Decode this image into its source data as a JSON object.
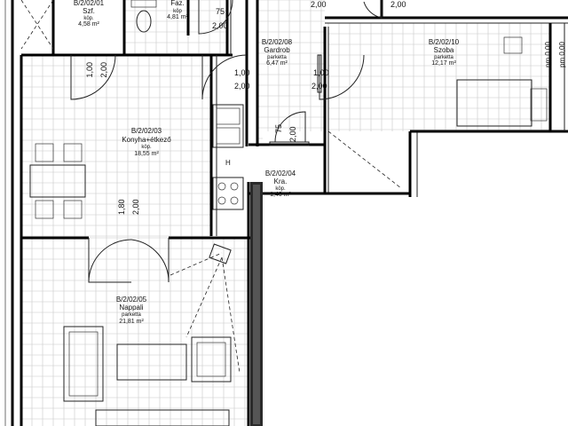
{
  "rooms": {
    "r01": {
      "code": "B/2/02/01",
      "name": "Szf.",
      "floor": "köp.",
      "area": "4,58 m²"
    },
    "r_faz": {
      "name": "Faz.",
      "floor": "köp",
      "area": "4,81 m²"
    },
    "r03": {
      "code": "B/2/02/03",
      "name": "Konyha+étkező",
      "floor": "köp.",
      "area": "18,55 m²"
    },
    "r04": {
      "code": "B/2/02/04",
      "name": "Kra.",
      "floor": "köp.",
      "area": "1,40 m²"
    },
    "r05": {
      "code": "B/2/02/05",
      "name": "Nappali",
      "floor": "parketta",
      "area": "21,81 m²"
    },
    "r08": {
      "code": "B/2/02/08",
      "name": "Gardrob",
      "floor": "parketta",
      "area": "6,47 m²"
    },
    "r10": {
      "code": "B/2/02/10",
      "name": "Szoba",
      "floor": "parketta",
      "area": "12,17 m²"
    }
  },
  "dims": {
    "d_100_a": "1,00",
    "d_200_a": "2,00",
    "d_75_top": "75",
    "d_200_top": "2,00",
    "d_200_topright": "2,00",
    "d_100_b": "1,00",
    "d_200_b": "2,00",
    "d_100_c": "1,00",
    "d_200_c": "2,00",
    "d_75_mid": "75",
    "d_200_mid": "2,00",
    "d_180": "1,80",
    "d_200_d": "2,00",
    "d_200_e": "2,00",
    "d_pm_1": "pm 0,00",
    "d_pm_2": "pm 0,00"
  },
  "labels": {
    "h_mark": "H"
  }
}
